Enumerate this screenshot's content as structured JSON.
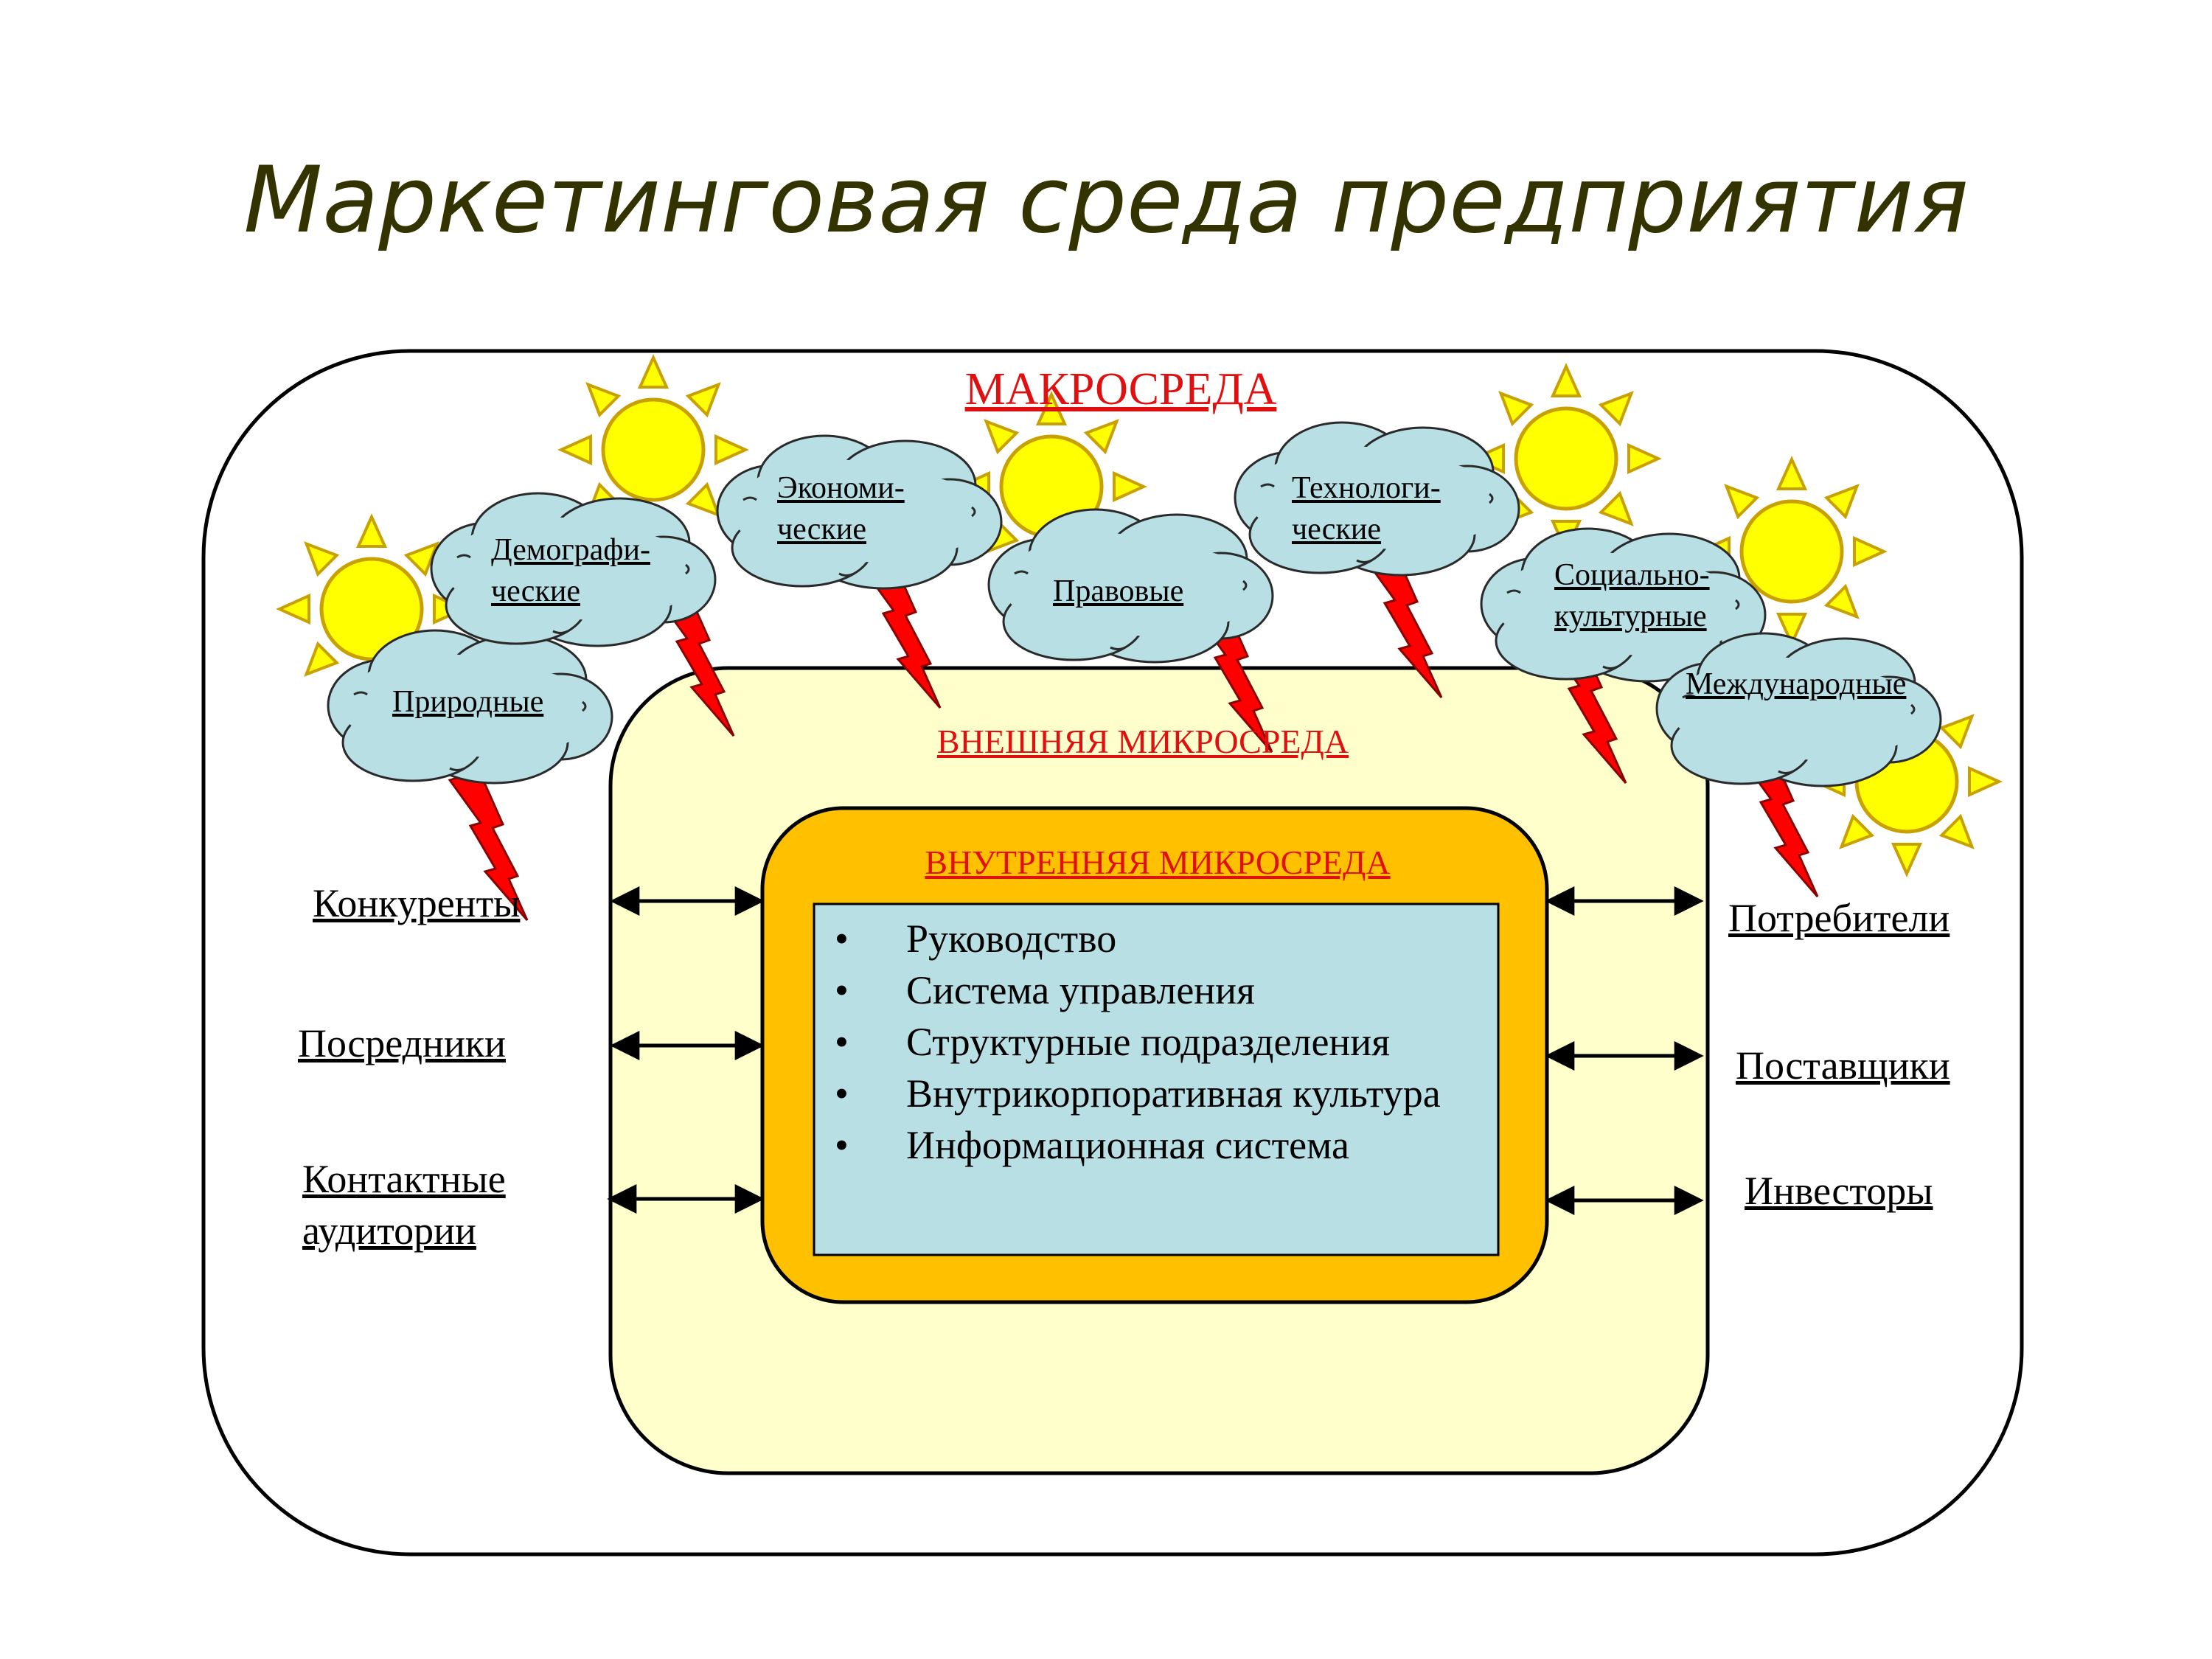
{
  "title": "Маркетинговая среда предприятия",
  "zones": {
    "macro": "МАКРОСРЕДА",
    "external_micro": "ВНЕШНЯЯ МИКРОСРЕДА",
    "internal_micro": "ВНУТРЕННЯЯ МИКРОСРЕДА"
  },
  "macro_factors": {
    "natural": "Природные",
    "demographic_1": "Демографи-",
    "demographic_2": "ческие",
    "economic_1": "Экономи-",
    "economic_2": "ческие",
    "legal": "Правовые",
    "technological_1": "Технологи-",
    "technological_2": "ческие",
    "sociocultural_1": "Социально-",
    "sociocultural_2": "культурные",
    "international": "Международные"
  },
  "left_actors": {
    "competitors": "Конкуренты",
    "intermediaries": "Посредники",
    "contact_1": "Контактные",
    "contact_2": "аудитории"
  },
  "right_actors": {
    "consumers": "Потребители",
    "suppliers": "Поставщики",
    "investors": "Инвесторы"
  },
  "internal_items": [
    "Руководство",
    "Система управления",
    "Структурные подразделения",
    "Внутрикорпоративная культура",
    "Информационная система"
  ],
  "colors": {
    "title": "#333300",
    "zone_title": "#e01010",
    "cloud": "#b8dfe4",
    "sun": "#ffff00",
    "lightning": "#ff0000",
    "external_fill": "#ffffcc",
    "internal_fill": "#ffc000",
    "inner_box": "#b8dfe4"
  },
  "icons": [
    "cloud-icon",
    "sun-icon",
    "lightning-icon",
    "double-arrow-icon"
  ]
}
